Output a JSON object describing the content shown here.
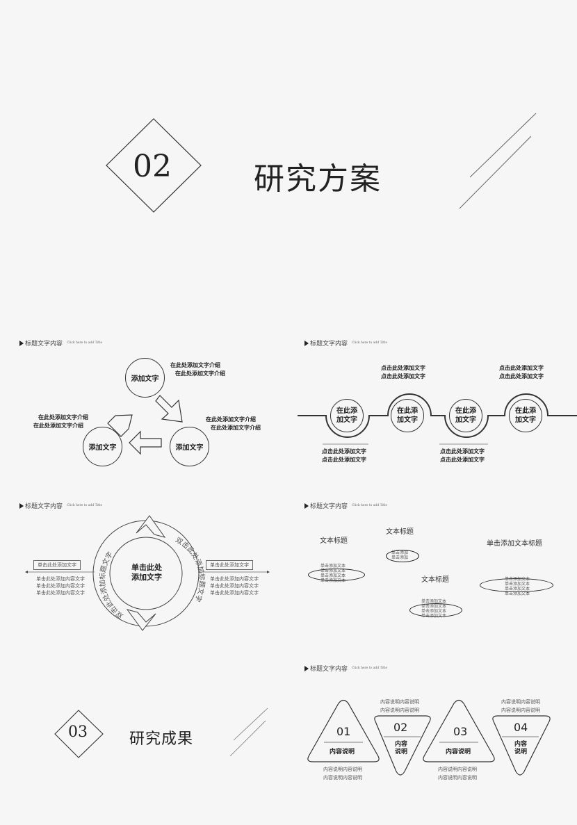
{
  "hero": {
    "number": "02",
    "title": "研究方案"
  },
  "header": {
    "title": "标题文字内容",
    "subtitle": "Click here to add Title"
  },
  "slide1": {
    "nodes": [
      "添加文字",
      "添加文字",
      "添加文字"
    ],
    "captions": [
      [
        "在此处添加文字介绍",
        "在此处添加文字介绍"
      ],
      [
        "在此处添加文字介绍",
        "在此处添加文字介绍"
      ],
      [
        "在此处添加文字介绍",
        "在此处添加文字介绍"
      ]
    ]
  },
  "slide2": {
    "nodes": [
      [
        "在此添",
        "加文字"
      ],
      [
        "在此添",
        "加文字"
      ],
      [
        "在此添",
        "加文字"
      ],
      [
        "在此添",
        "加文字"
      ]
    ],
    "labels": [
      [
        "点击此处添加文字",
        "点击此处添加文字"
      ],
      [
        "点击此处添加文字",
        "点击此处添加文字"
      ],
      [
        "点击此处添加文字",
        "点击此处添加文字"
      ],
      [
        "点击此处添加文字",
        "点击此处添加文字"
      ]
    ]
  },
  "slide3": {
    "center": [
      "单击此处",
      "添加文字"
    ],
    "ring_left": "双击此处添加标题文字",
    "ring_right": "双击此处添加标题文字",
    "left_box": "单击此处添加文字",
    "right_box": "单击此处添加文字",
    "left_lines": [
      "单击此处添加内容文字",
      "单击此处添加内容文字",
      "单击此处添加内容文字"
    ],
    "right_lines": [
      "单击此处添加内容文字",
      "单击此处添加内容文字",
      "单击此处添加内容文字"
    ]
  },
  "slide4": {
    "t1": "文本标题",
    "t2": "文本标题",
    "t3": "文本标题",
    "t4": "单击添加文本标题",
    "g1": [
      "单击添加文本",
      "单击添加文本",
      "单击添加文本",
      "单击添加文本"
    ],
    "g2": [
      "单击添加",
      "单击添加"
    ],
    "g3": [
      "单击添加文本",
      "单击添加文本",
      "单击添加文本",
      "单击添加文本"
    ],
    "g4": [
      "单击添加文本",
      "单击添加文本",
      "单击添加文本",
      "单击添加文本"
    ]
  },
  "section": {
    "number": "03",
    "title": "研究成果"
  },
  "slide5": {
    "items": [
      {
        "num": "01",
        "label": "内容说明",
        "desc": [
          "内容说明内容说明",
          "内容说明内容说明"
        ]
      },
      {
        "num": "02",
        "label": [
          "内容",
          "说明"
        ],
        "desc": [
          "内容说明内容说明",
          "内容说明内容说明"
        ]
      },
      {
        "num": "03",
        "label": "内容说明",
        "desc": [
          "内容说明内容说明",
          "内容说明内容说明"
        ]
      },
      {
        "num": "04",
        "label": [
          "内容",
          "说明"
        ],
        "desc": [
          "内容说明内容说明",
          "内容说明内容说明"
        ]
      }
    ]
  }
}
